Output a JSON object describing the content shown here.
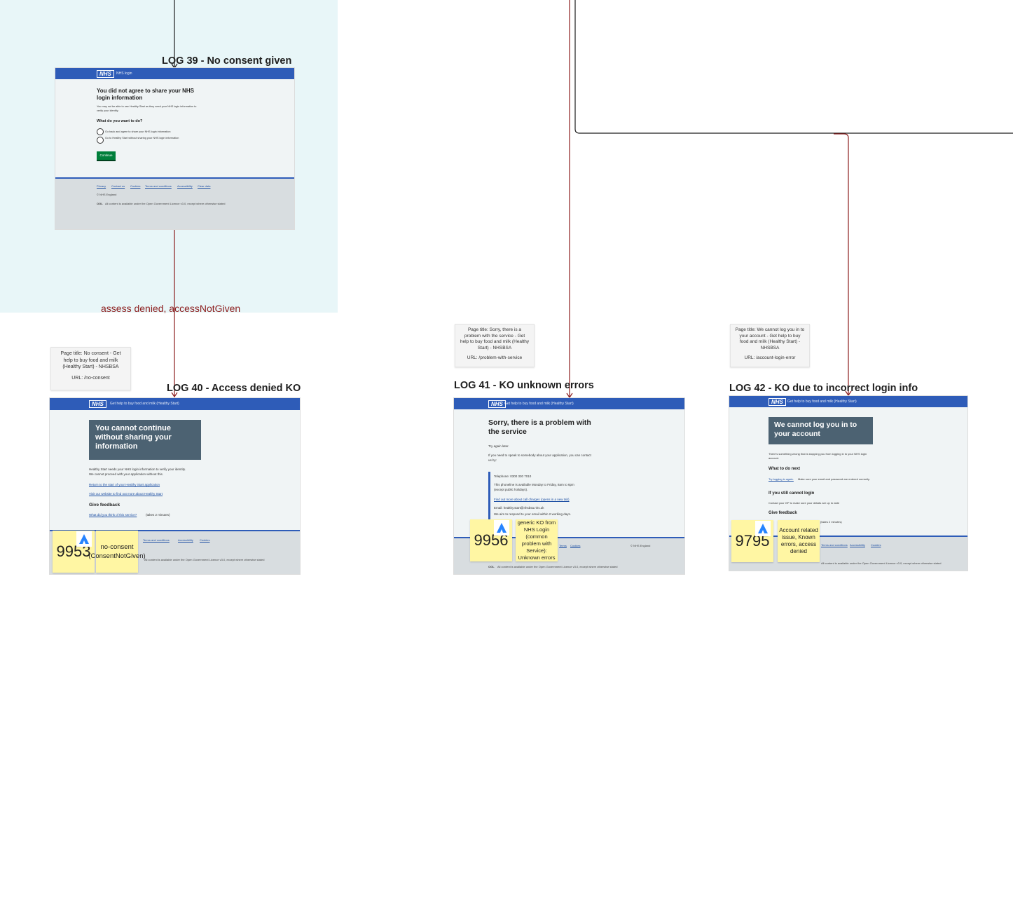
{
  "colors": {
    "region_bg": "#e8f6f8",
    "connector_red": "#8c1d1d",
    "connector_black": "#1e1e1e",
    "nhs_blue": "#2e5cb8",
    "sticky_yellow": "#fff6a3",
    "panel_grey": "#4c6272",
    "button_green": "#007f3b"
  },
  "edges": {
    "assess_denied_label": "assess denied, accessNotGiven"
  },
  "frames": {
    "log39": {
      "title": "LOG 39 - No consent given",
      "screen": {
        "logo": "NHS",
        "service": "NHS login",
        "heading": "You did not agree to share your NHS login information",
        "intro": "You may not be able to use Healthy Start as they need your NHS login information to verify your identity.",
        "question": "What do you want to do?",
        "option1": "Go back and agree to share your NHS login information",
        "option2": "Go to Healthy Start without sharing your NHS login information",
        "button": "Continue",
        "footer_links": [
          "Privacy",
          "Contact us",
          "Cookies",
          "Terms and conditions",
          "Accessibility",
          "Clear data"
        ],
        "copyright": "© NHS England",
        "licence": "All content is available under the Open Government Licence v3.0, except where otherwise stated"
      }
    },
    "log40": {
      "title": "LOG 40 - Access denied KO",
      "note_title": "Page title: No consent - Get help to buy food and milk (Healthy Start) - NHSBSA",
      "note_url": "URL: /no-consent",
      "screen": {
        "logo": "NHS",
        "service": "Get help to buy food and milk (Healthy Start)",
        "heading": "You cannot continue without sharing your information",
        "body1": "Healthy Start needs your NHS login information to verify your identity.",
        "body2": "We cannot proceed with your application without this.",
        "link1": "Return to the start of your Healthy Start application",
        "link2": "Visit our website to find out more about Healthy Start",
        "feedback_heading": "Give feedback",
        "feedback_link": "What did you think of this service?",
        "feedback_suffix": "(takes 2 minutes)",
        "footer_links": [
          "Terms and conditions",
          "Accessibility",
          "Cookies"
        ],
        "licence": "All content is available under the Open Government Licence v3.0, except where otherwise stated"
      },
      "sticky_number": "9953",
      "sticky_text": "no-consent (ConsentNotGiven)"
    },
    "log41": {
      "title": "LOG 41 - KO unknown errors",
      "note_title": "Page title: Sorry, there is a problem with the service - Get help to buy food and milk (Healthy Start) - NHSBSA",
      "note_url": "URL: /problem-with-service",
      "screen": {
        "logo": "NHS",
        "service": "Get help to buy food and milk (Healthy Start)",
        "heading": "Sorry, there is a problem with the service",
        "try_again": "Try again later.",
        "contact_intro": "If you need to speak to somebody about your application, you can contact us by:",
        "telephone": "Telephone: 0300 330 7010",
        "hours": "This phoneline is available Monday to Friday, 8am to 6pm (except public holidays).",
        "call_charges": "Find out more about call charges (opens in a new tab)",
        "email": "Email: healthy.start@nhsbsa.nhs.uk",
        "reply": "We aim to respond to your email within 2 working days.",
        "footer_links": [
          "Terms",
          "Cookies"
        ],
        "copyright": "© NHS England",
        "licence": "All content is available under the Open Government Licence v3.0, except where otherwise stated"
      },
      "sticky_number": "9956",
      "sticky_text": "generic KO from NHS Login (common problem with Service): Unknown errors"
    },
    "log42": {
      "title": "LOG 42 - KO due to incorrect login info",
      "note_title": "Page title: We cannot log you in to your account - Get help to buy food and milk (Healthy Start) - NHSBSA",
      "note_url": "URL: /account-login-error",
      "screen": {
        "logo": "NHS",
        "service": "Get help to buy food and milk (Healthy Start)",
        "heading": "We cannot log you in to your account",
        "body": "There's something wrong that is stopping you from logging in to your NHS login account.",
        "next_heading": "What to do next",
        "next_link": "Try logging in again.",
        "next_body": "Make sure your email and password are entered correctly.",
        "still_heading": "If you still cannot login",
        "still_body": "Contact your GP to make sure your details are up to date",
        "feedback_heading": "Give feedback",
        "feedback_suffix": "(takes 2 minutes)",
        "footer_links": [
          "Terms and conditions",
          "Accessibility",
          "Cookies"
        ],
        "licence": "All content is available under the Open Government Licence v3.0, except where otherwise stated"
      },
      "sticky_number": "9795",
      "sticky_text": "Account related issue, Known errors, access denied"
    }
  }
}
